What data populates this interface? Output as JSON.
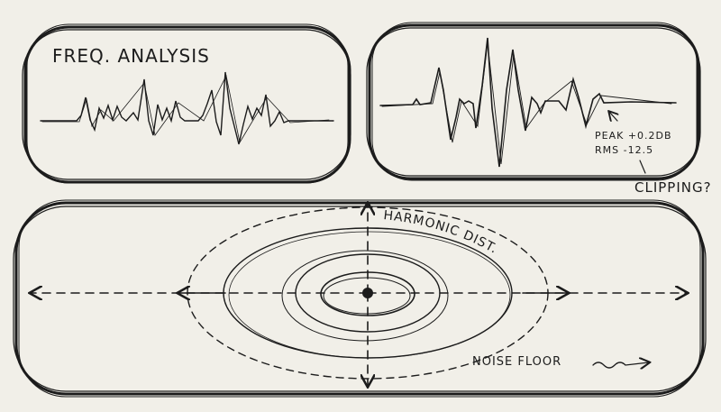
{
  "panels": {
    "freq_analysis": {
      "title": "FREQ. ANALYSIS"
    },
    "waveform_detail": {
      "peak_label": "PEAK",
      "peak_value": "+0.2DB",
      "rms_label": "RMS",
      "rms_value": "-12.5",
      "peak_text": "PEAK  +0.2DB",
      "rms_text": "RMS  -12.5",
      "annotation": "CLIPPING?"
    },
    "distortion_map": {
      "harmonic_label": "HARMONIC DIST.",
      "noise_label": "NOISE FLOOR"
    }
  },
  "colors": {
    "background": "#f1efe8",
    "ink": "#1c1c1c"
  }
}
